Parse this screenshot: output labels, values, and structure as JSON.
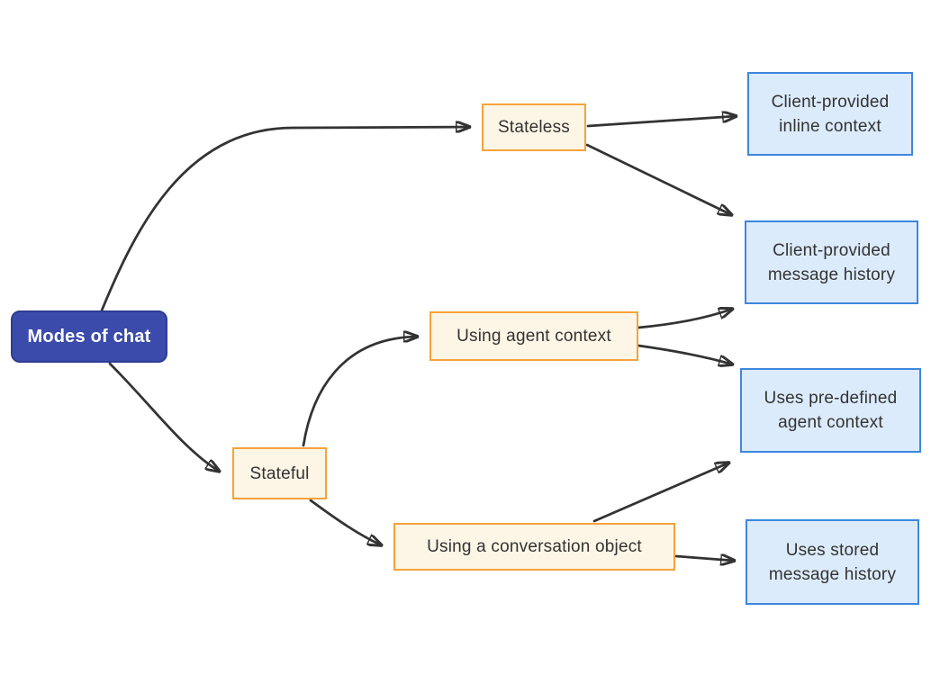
{
  "diagram": {
    "type": "flowchart",
    "direction": "left-to-right",
    "nodes": {
      "root": {
        "label": "Modes of chat"
      },
      "stateless": {
        "label": "Stateless"
      },
      "stateful": {
        "label": "Stateful"
      },
      "agent_context": {
        "label": "Using agent context"
      },
      "conversation_object": {
        "label": "Using a conversation object"
      },
      "inline_context": {
        "label": "Client-provided\ninline context"
      },
      "message_history": {
        "label": "Client-provided\nmessage history"
      },
      "predefined_context": {
        "label": "Uses pre-defined\nagent context"
      },
      "stored_history": {
        "label": "Uses stored\nmessage history"
      }
    },
    "edges": [
      {
        "from": "Modes of chat",
        "to": "Stateless"
      },
      {
        "from": "Modes of chat",
        "to": "Stateful"
      },
      {
        "from": "Stateless",
        "to": "Client-provided inline context"
      },
      {
        "from": "Stateless",
        "to": "Client-provided message history"
      },
      {
        "from": "Stateful",
        "to": "Using agent context"
      },
      {
        "from": "Stateful",
        "to": "Using a conversation object"
      },
      {
        "from": "Using agent context",
        "to": "Client-provided message history"
      },
      {
        "from": "Using agent context",
        "to": "Uses pre-defined agent context"
      },
      {
        "from": "Using a conversation object",
        "to": "Uses pre-defined agent context"
      },
      {
        "from": "Using a conversation object",
        "to": "Uses stored message history"
      }
    ],
    "colors": {
      "background": "#ffffff",
      "root_fill": "#3b4bab",
      "root_border": "#2f3c92",
      "root_text": "#ffffff",
      "decision_fill": "#fdf6e6",
      "decision_border": "#f7a23b",
      "outcome_fill": "#dcebfb",
      "outcome_border": "#3d87dd",
      "edge_stroke": "#333333",
      "node_text": "#333333"
    }
  }
}
